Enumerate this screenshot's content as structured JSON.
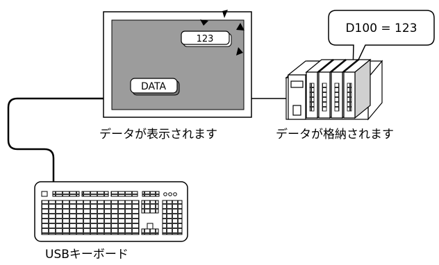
{
  "display": {
    "value_box": "123",
    "data_button": "DATA",
    "caption": "データが表示されます"
  },
  "plc": {
    "callout": "D100 = 123",
    "caption": "データが格納されます"
  },
  "keyboard": {
    "caption": "USBキーボード"
  }
}
